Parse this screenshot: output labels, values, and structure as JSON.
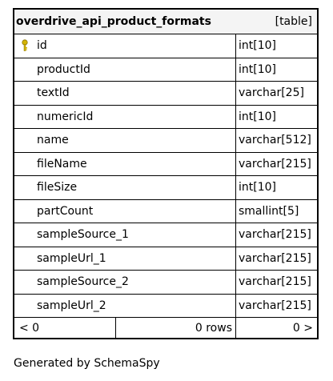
{
  "table": {
    "name": "overdrive_api_product_formats",
    "kind": "[table]",
    "columns": [
      {
        "name": "id",
        "type": "int[10]",
        "primary_key": true
      },
      {
        "name": "productId",
        "type": "int[10]"
      },
      {
        "name": "textId",
        "type": "varchar[25]"
      },
      {
        "name": "numericId",
        "type": "int[10]"
      },
      {
        "name": "name",
        "type": "varchar[512]"
      },
      {
        "name": "fileName",
        "type": "varchar[215]"
      },
      {
        "name": "fileSize",
        "type": "int[10]"
      },
      {
        "name": "partCount",
        "type": "smallint[5]"
      },
      {
        "name": "sampleSource_1",
        "type": "varchar[215]"
      },
      {
        "name": "sampleUrl_1",
        "type": "varchar[215]"
      },
      {
        "name": "sampleSource_2",
        "type": "varchar[215]"
      },
      {
        "name": "sampleUrl_2",
        "type": "varchar[215]"
      }
    ],
    "footer": {
      "parents": "< 0",
      "rows": "0 rows",
      "children": "0 >"
    }
  },
  "colors": {
    "header_bg": "#f4f4f4",
    "border": "#000000",
    "key_icon": "#d4b400"
  },
  "icons": {
    "primary_key": "key-icon"
  },
  "generated_by": "Generated by SchemaSpy"
}
